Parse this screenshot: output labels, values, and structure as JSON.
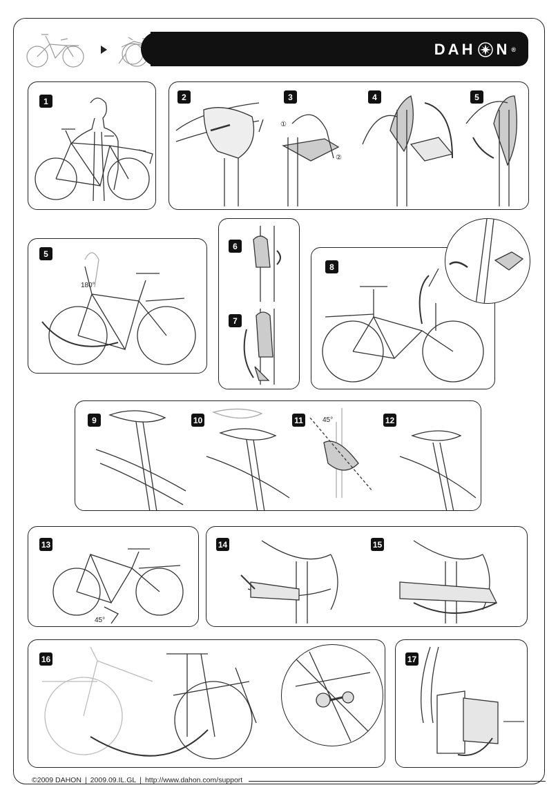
{
  "header": {
    "brand_left": "DAH",
    "brand_right": "N",
    "brand_mark": "®"
  },
  "steps": [
    {
      "num": "1"
    },
    {
      "num": "2"
    },
    {
      "num": "3"
    },
    {
      "num": "4"
    },
    {
      "num": "5"
    },
    {
      "num": "5"
    },
    {
      "num": "6"
    },
    {
      "num": "7"
    },
    {
      "num": "8"
    },
    {
      "num": "9"
    },
    {
      "num": "10"
    },
    {
      "num": "11"
    },
    {
      "num": "12"
    },
    {
      "num": "13"
    },
    {
      "num": "14"
    },
    {
      "num": "15"
    },
    {
      "num": "16"
    },
    {
      "num": "17"
    }
  ],
  "annotations": {
    "rotate_180": "180°",
    "angle_45_seat": "45°",
    "angle_45_pedal": "45°",
    "marker_1": "①",
    "marker_2": "②"
  },
  "footer": {
    "copyright": "©2009 DAHON",
    "code": "2009.09.IL.GL",
    "url": "http://www.dahon.com/support"
  },
  "icons": [
    "bicycle-icon",
    "folded-bicycle-icon",
    "play-arrow-icon",
    "dahon-star-icon"
  ]
}
